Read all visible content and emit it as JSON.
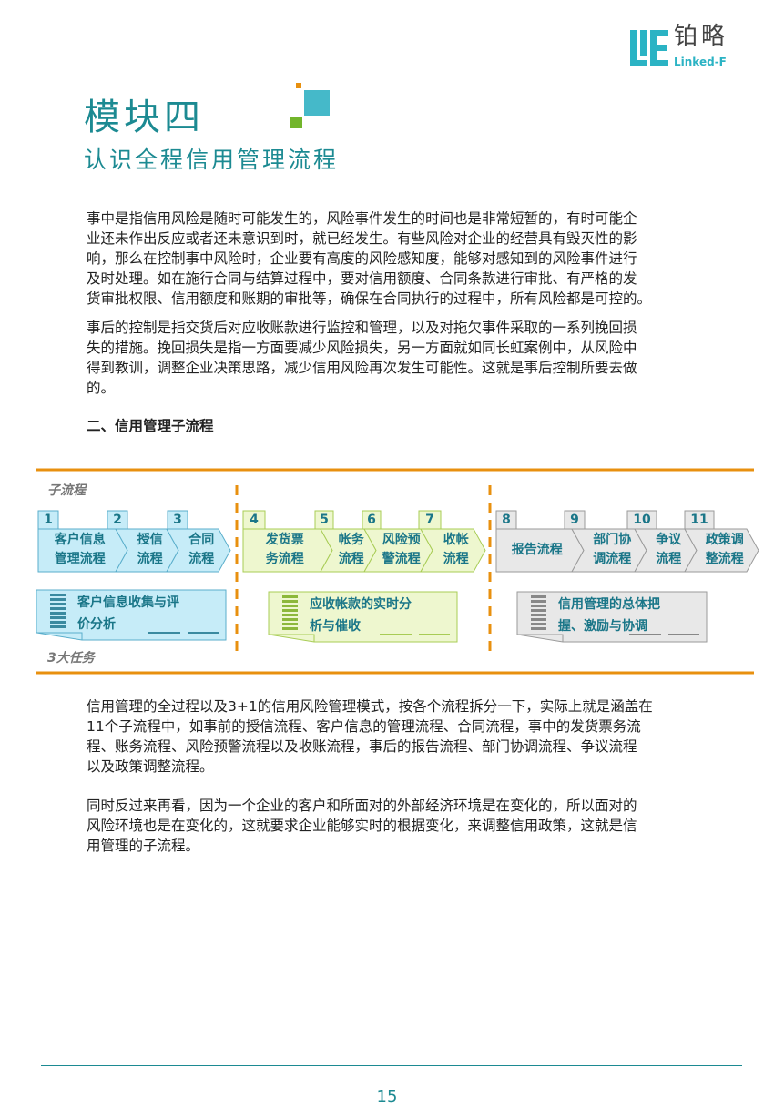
{
  "logo": {
    "brand_cn": "铂略",
    "brand_en": "Linked-F"
  },
  "title": {
    "module": "模块四",
    "subtitle": "认识全程信用管理流程"
  },
  "paragraphs": {
    "p1": [
      "事中是指信用风险是随时可能发生的，风险事件发生的时间也是非常短暂的，有时可能企",
      "业还未作出反应或者还未意识到时，就已经发生。有些风险对企业的经营具有毁灭性的影",
      "响，那么在控制事中风险时，企业要有高度的风险感知度，能够对感知到的风险事件进行",
      "及时处理。如在施行合同与结算过程中，要对信用额度、合同条款进行审批、有严格的发",
      "货审批权限、信用额度和账期的审批等，确保在合同执行的过程中，所有风险都是可控的。"
    ],
    "p2": [
      "事后的控制是指交货后对应收账款进行监控和管理，以及对拖欠事件采取的一系列挽回损",
      "失的措施。挽回损失是指一方面要减少风险损失，另一方面就如同长虹案例中，从风险中",
      "得到教训，调整企业决策思路，减少信用风险再次发生可能性。这就是事后控制所要去做",
      "的。"
    ],
    "heading": "二、信用管理子流程",
    "p3": [
      "信用管理的全过程以及3+1的信用风险管理模式，按各个流程拆分一下，实际上就是涵盖在",
      "11个子流程中，如事前的授信流程、客户信息的管理流程、合同流程，事中的发货票务流",
      "程、账务流程、风险预警流程以及收账流程，事后的报告流程、部门协调流程、争议流程",
      "以及政策调整流程。"
    ],
    "p4": [
      "同时反过来再看，因为一个企业的客户和所面对的外部经济环境是在变化的，所以面对的",
      "风险环境也是在变化的，这就要求企业能够实时的根据变化，来调整信用政策，这就是信",
      "用管理的子流程。"
    ]
  },
  "diagram": {
    "label_top": "子流程",
    "label_bottom": "3大任务",
    "colors": {
      "blue": "#c6ecf8",
      "green": "#eef7cf",
      "gray": "#e8e8e8",
      "orange": "#e8900f",
      "text": "#1a7688"
    },
    "steps": [
      {
        "num": "1",
        "l1": "客户信息",
        "l2": "管理流程"
      },
      {
        "num": "2",
        "l1": "授信",
        "l2": "流程"
      },
      {
        "num": "3",
        "l1": "合同",
        "l2": "流程"
      },
      {
        "num": "4",
        "l1": "发货票",
        "l2": "务流程"
      },
      {
        "num": "5",
        "l1": "帐务",
        "l2": "流程"
      },
      {
        "num": "6",
        "l1": "风险预",
        "l2": "警流程"
      },
      {
        "num": "7",
        "l1": "收帐",
        "l2": "流程"
      },
      {
        "num": "8",
        "l1": "报告流程",
        "l2": ""
      },
      {
        "num": "9",
        "l1": "部门协",
        "l2": "调流程"
      },
      {
        "num": "10",
        "l1": "争议",
        "l2": "流程"
      },
      {
        "num": "11",
        "l1": "政策调",
        "l2": "整流程"
      }
    ],
    "tasks": [
      {
        "l1": "客户信息收集与评",
        "l2": "价分析"
      },
      {
        "l1": "应收帐款的实时分",
        "l2": "析与催收"
      },
      {
        "l1": "信用管理的总体把",
        "l2": "握、激励与协调"
      }
    ]
  },
  "footer": {
    "page_number": "15"
  }
}
